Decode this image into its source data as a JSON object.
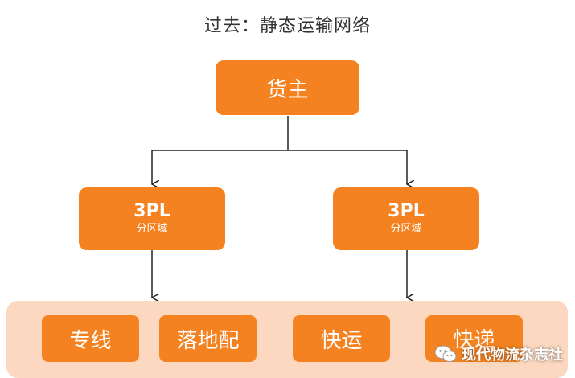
{
  "title": "过去：静态运输网络",
  "root": {
    "label": "货主"
  },
  "middle": [
    {
      "label": "3PL",
      "sublabel": "分区域"
    },
    {
      "label": "3PL",
      "sublabel": "分区域"
    }
  ],
  "services": [
    "专线",
    "落地配",
    "快运",
    "快递"
  ],
  "watermark": {
    "text": "现代物流杂志社",
    "icon": "wechat-icon"
  },
  "colors": {
    "box": "#f58220",
    "band": "#fbd8bf",
    "line": "#222222"
  }
}
